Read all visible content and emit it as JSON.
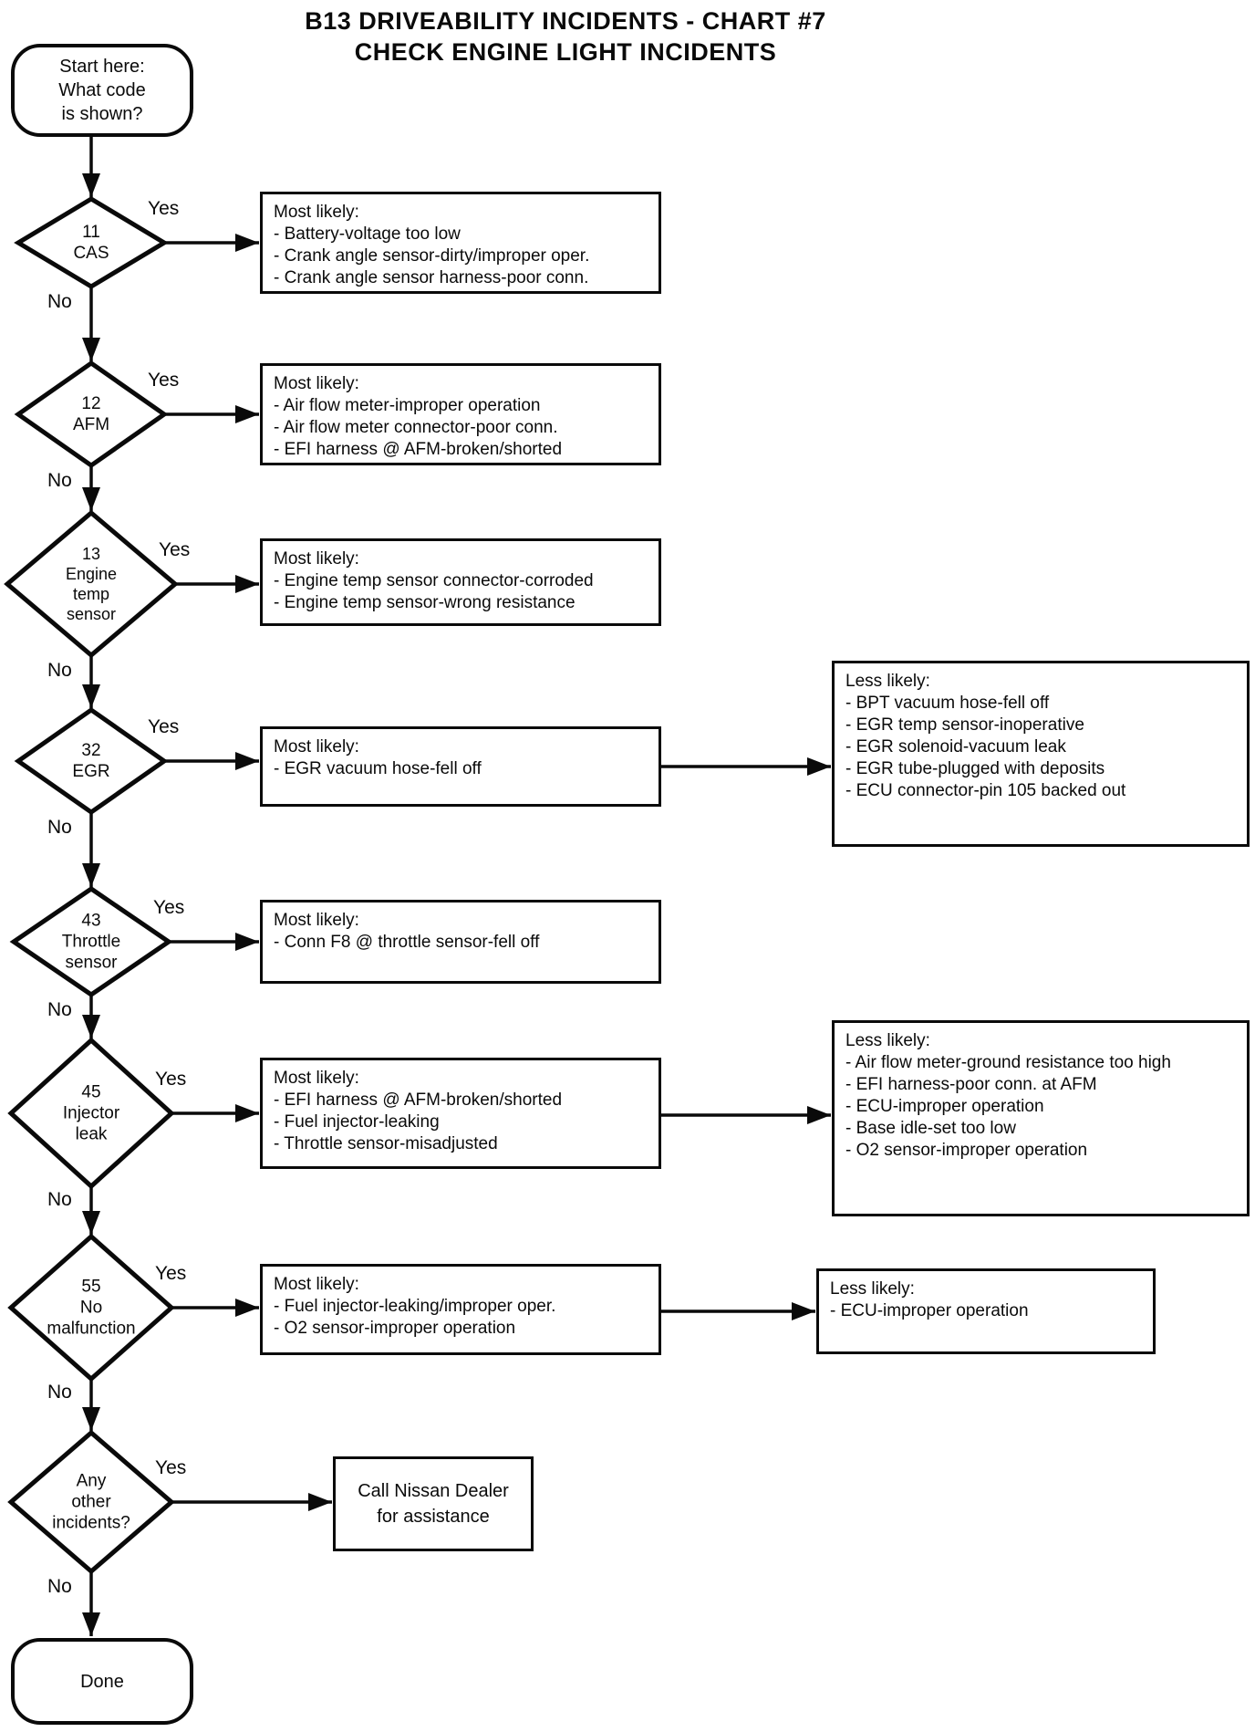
{
  "title": {
    "line1": "B13 DRIVEABILITY INCIDENTS - CHART #7",
    "line2": "CHECK ENGINE LIGHT INCIDENTS"
  },
  "start_label": "Start here:\nWhat code\nis shown?",
  "decisions": [
    {
      "code": "11",
      "label": "11\nCAS",
      "yes": "Yes",
      "no": "No",
      "most_likely": {
        "title": "Most likely:",
        "items": [
          "- Battery-voltage too low",
          "- Crank angle sensor-dirty/improper oper.",
          "- Crank angle sensor harness-poor conn."
        ]
      }
    },
    {
      "code": "12",
      "label": "12\nAFM",
      "yes": "Yes",
      "no": "No",
      "most_likely": {
        "title": "Most likely:",
        "items": [
          "- Air flow meter-improper operation",
          "- Air flow meter connector-poor conn.",
          "- EFI harness @ AFM-broken/shorted"
        ]
      }
    },
    {
      "code": "13",
      "label": "13\nEngine\ntemp\nsensor",
      "yes": "Yes",
      "no": "No",
      "most_likely": {
        "title": "Most likely:",
        "items": [
          "- Engine temp sensor connector-corroded",
          "- Engine temp sensor-wrong resistance"
        ]
      }
    },
    {
      "code": "32",
      "label": "32\nEGR",
      "yes": "Yes",
      "no": "No",
      "most_likely": {
        "title": "Most likely:",
        "items": [
          "- EGR vacuum hose-fell off"
        ]
      },
      "less_likely": {
        "title": "Less likely:",
        "items": [
          "- BPT vacuum hose-fell off",
          "- EGR temp sensor-inoperative",
          "- EGR solenoid-vacuum leak",
          "- EGR tube-plugged with deposits",
          "- ECU connector-pin 105 backed out"
        ]
      }
    },
    {
      "code": "43",
      "label": "43\nThrottle\nsensor",
      "yes": "Yes",
      "no": "No",
      "most_likely": {
        "title": "Most likely:",
        "items": [
          "- Conn F8 @ throttle sensor-fell off"
        ]
      }
    },
    {
      "code": "45",
      "label": "45\nInjector\nleak",
      "yes": "Yes",
      "no": "No",
      "most_likely": {
        "title": "Most likely:",
        "items": [
          "- EFI harness @ AFM-broken/shorted",
          "- Fuel injector-leaking",
          "- Throttle sensor-misadjusted"
        ]
      },
      "less_likely": {
        "title": "Less likely:",
        "items": [
          "- Air flow meter-ground resistance too high",
          "- EFI harness-poor conn. at AFM",
          "- ECU-improper operation",
          "- Base idle-set too low",
          "- O2 sensor-improper operation"
        ]
      }
    },
    {
      "code": "55",
      "label": "55\nNo\nmalfunction",
      "yes": "Yes",
      "no": "No",
      "most_likely": {
        "title": "Most likely:",
        "items": [
          "- Fuel injector-leaking/improper oper.",
          "- O2 sensor-improper operation"
        ]
      },
      "less_likely": {
        "title": "Less likely:",
        "items": [
          "- ECU-improper operation"
        ]
      }
    },
    {
      "code": "other",
      "label": "Any\nother\nincidents?",
      "yes": "Yes",
      "no": "No"
    }
  ],
  "call_dealer_label": "Call Nissan Dealer\nfor assistance",
  "done_label": "Done"
}
